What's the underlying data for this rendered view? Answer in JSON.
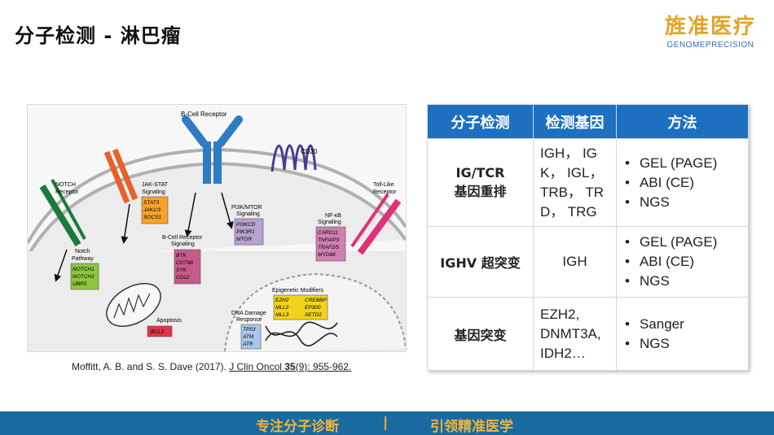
{
  "page": {
    "title": "分子检测 - 淋巴瘤"
  },
  "logo": {
    "cn": "旌准医疗",
    "en": "GENOMEPRECISION"
  },
  "figure": {
    "receptors": {
      "bcell": "B-Cell Receptor",
      "cd20": "CD20",
      "notch": [
        "NOTCH",
        "Receptor"
      ],
      "jakstat": "JAK-STAT",
      "tolllike": [
        "Toll-Like",
        "Receptor"
      ]
    },
    "pathways": {
      "jakstat": {
        "title": "Signaling",
        "genes": [
          "STAT3",
          "JAK1/3",
          "SOCS1"
        ]
      },
      "pi3k": {
        "title": [
          "PI3K/MTOR",
          "Signaling"
        ],
        "genes": [
          "PI3KCD",
          "PIK3R1",
          "MTOR"
        ]
      },
      "bcr": {
        "title": [
          "B-Cell Receptor",
          "Signaling"
        ],
        "genes": [
          "BTK",
          "CD79B",
          "SYK",
          "CD22"
        ]
      },
      "nfkb": {
        "title": [
          "NF-κB",
          "Signaling"
        ],
        "genes": [
          "CARD11",
          "TNFAIP3",
          "TRAF2/5",
          "MYD88"
        ]
      },
      "notch": {
        "title": [
          "Notch",
          "Pathway"
        ],
        "genes": [
          "NOTCH1",
          "NOTCH2",
          "UBR5"
        ]
      },
      "apoptosis": {
        "title": "Apoptosis",
        "genes": [
          "BCL2"
        ]
      },
      "epigenetic": {
        "title": "Epigenetic Modifiers",
        "genes": [
          "EZH2",
          "MLL2",
          "MLL3",
          "CREBBP",
          "EP300",
          "SETD2"
        ]
      },
      "dnadamage": {
        "title": [
          "DNA Damage",
          "Response"
        ],
        "genes": [
          "TP53",
          "ATM",
          "ATR"
        ]
      }
    }
  },
  "citation": {
    "authors": "Moffitt, A. B. and S. S. Dave (2017). ",
    "journal": "J Clin Oncol",
    "volume": "35",
    "rest": "(9): 955-962."
  },
  "table": {
    "headers": [
      "分子检测",
      "检测基因",
      "方法"
    ],
    "rows": [
      {
        "name": [
          "IG/TCR",
          "基因重排"
        ],
        "genes": [
          "IGH， IG",
          "K， IGL，",
          "TRB， TR",
          "D， TRG"
        ],
        "methods": [
          "GEL (PAGE)",
          "ABI (CE)",
          "NGS"
        ]
      },
      {
        "name": [
          "IGHV 超突变"
        ],
        "genes": [
          "IGH"
        ],
        "methods": [
          "GEL (PAGE)",
          "ABI (CE)",
          "NGS"
        ]
      },
      {
        "name": [
          "基因突变"
        ],
        "genes": [
          "EZH2,",
          "DNMT3A,",
          "IDH2…"
        ],
        "methods": [
          "Sanger",
          "NGS"
        ]
      }
    ]
  },
  "footer": {
    "left": "专注分子诊断",
    "separator": "|",
    "right": "引领精准医学"
  },
  "colors": {
    "header_blue": "#1d6fc0",
    "footer_blue": "#1b6a9f",
    "logo_gold": "#e3a322",
    "footer_gold": "#f3b339"
  }
}
